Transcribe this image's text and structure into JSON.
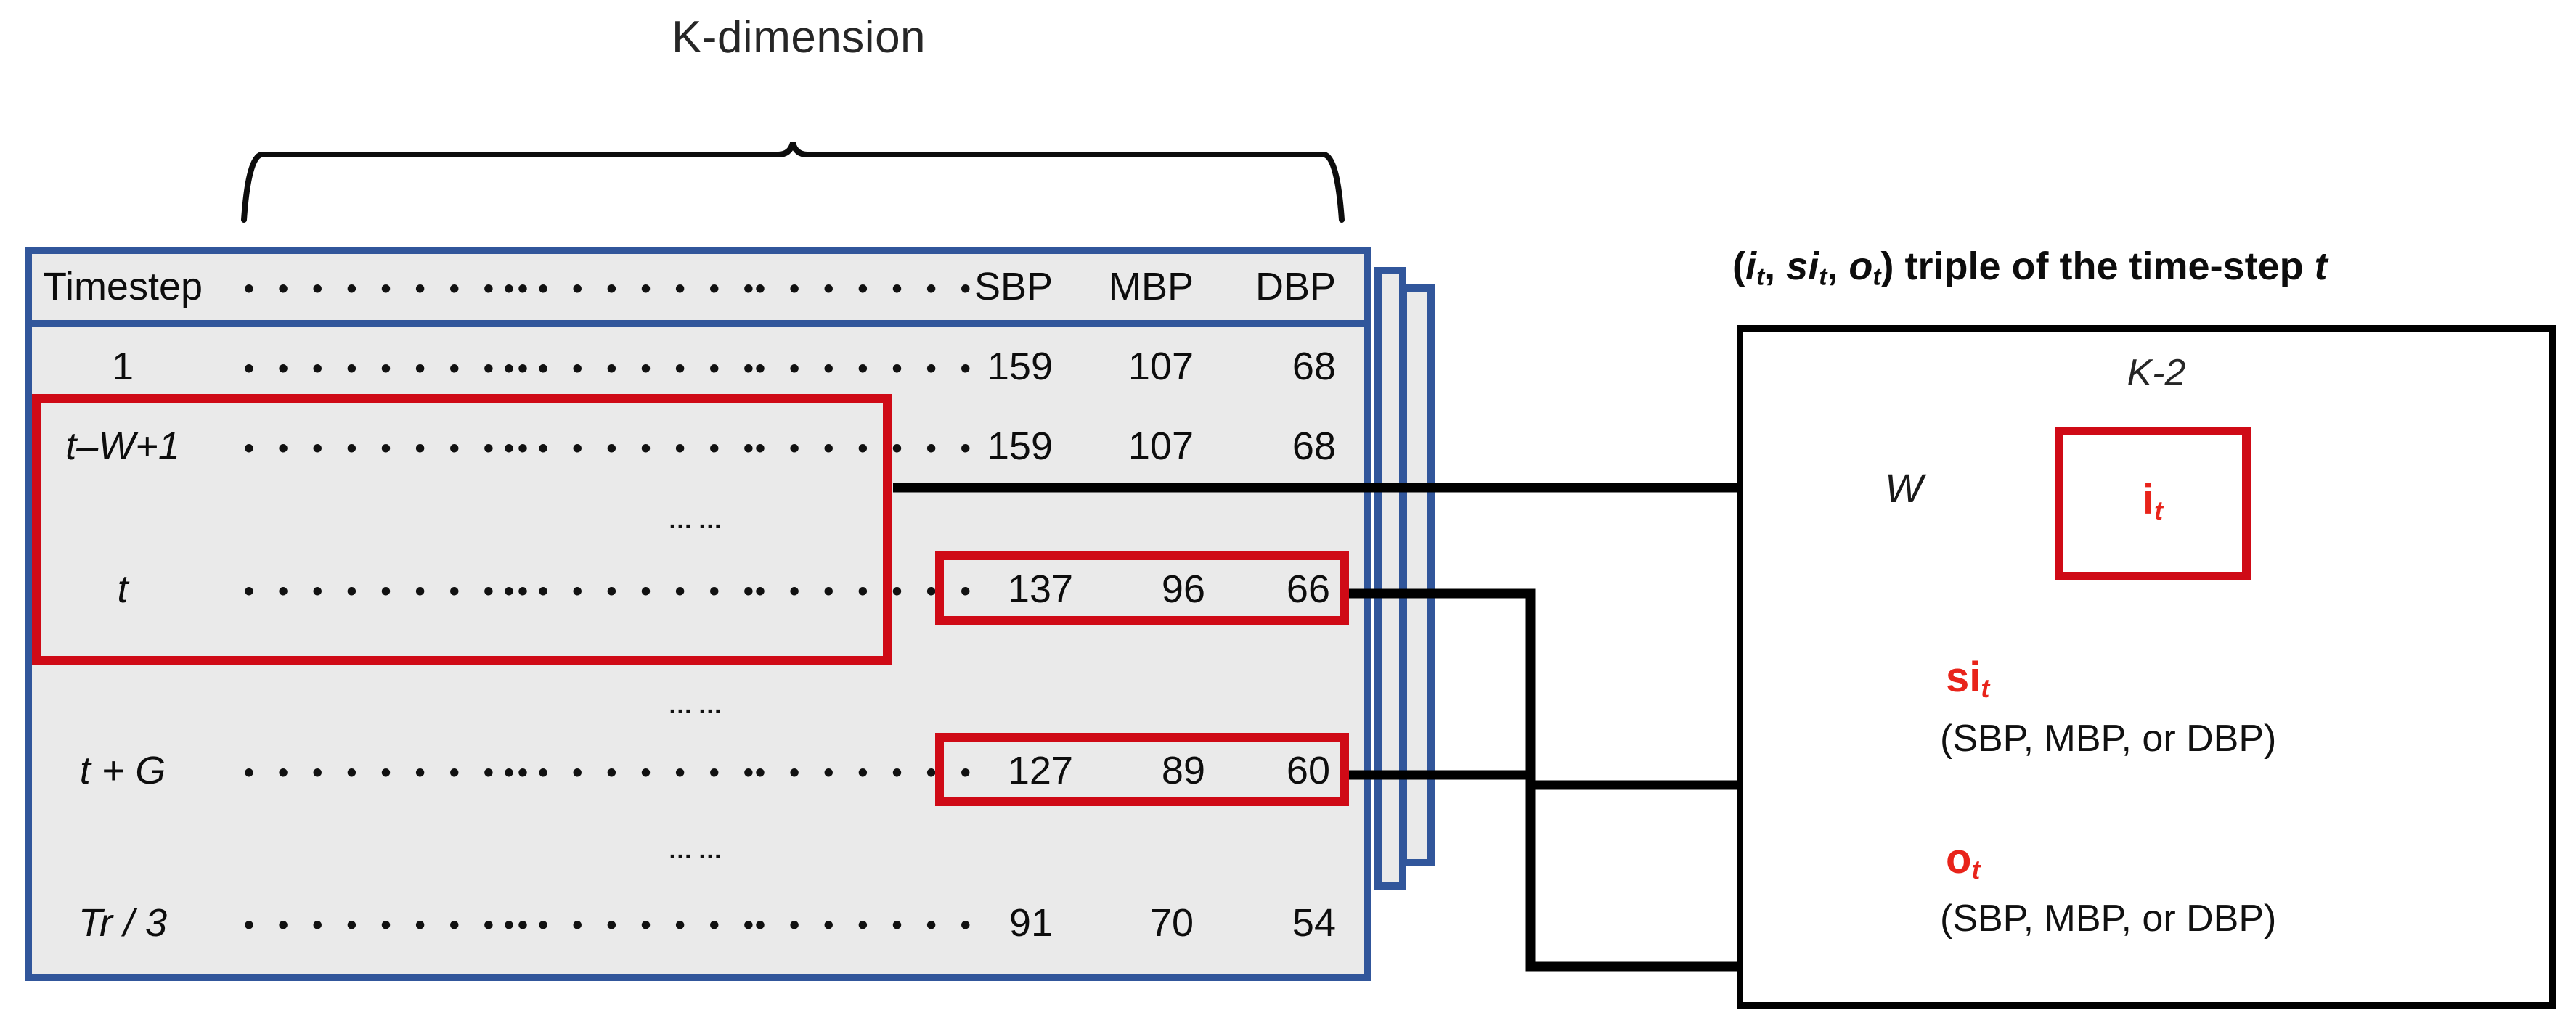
{
  "diagram": {
    "kdimension_label": "K-dimension",
    "table": {
      "columns": [
        "Timestep",
        "dots9",
        "dots8",
        "dots7",
        "SBP",
        "MBP",
        "DBP"
      ],
      "header": {
        "timestep": "Timestep",
        "dots_a": "• • • • • • • • •",
        "dots_b": "• • • • • • • •",
        "dots_c": "• • • • • • •",
        "sbp": "SBP",
        "mbp": "MBP",
        "dbp": "DBP"
      },
      "rows": [
        {
          "label": "1",
          "italic": false,
          "dots_a": "• • • • • • • • •",
          "dots_b": "• • • • • • • •",
          "dots_c": "• • • • • • •",
          "sbp": "159",
          "mbp": "107",
          "dbp": "68"
        },
        {
          "label": "t–W+1",
          "italic": true,
          "dots_a": "• • • • • • • • •",
          "dots_b": "• • • • • • • •",
          "dots_c": "• • • • • • •",
          "sbp": "159",
          "mbp": "107",
          "dbp": "68"
        },
        {
          "label": "t",
          "italic": true,
          "dots_a": "• • • • • • • • •",
          "dots_b": "• • • • • • • •",
          "dots_c": "• • • • • • •",
          "sbp": "137",
          "mbp": "96",
          "dbp": "66"
        },
        {
          "label": "t + G",
          "italic": true,
          "dots_a": "• • • • • • • • •",
          "dots_b": "• • • • • • • •",
          "dots_c": "• • • • • • •",
          "sbp": "127",
          "mbp": "89",
          "dbp": "60"
        },
        {
          "label": "Tr / 3",
          "italic": true,
          "dots_a": "• • • • • • • • •",
          "dots_b": "• • • • • • • •",
          "dots_c": "• • • • • • •",
          "sbp": "91",
          "mbp": "70",
          "dbp": "54"
        }
      ],
      "ellipsis_rows": [
        "……",
        "……",
        "……"
      ]
    },
    "panel": {
      "title_prefix": "(",
      "title": "(it, sit, ot) triple of the time-step t",
      "title_parts": {
        "p1": "(",
        "i": "i",
        "sub1": "t",
        "c1": ",  ",
        "si": "si",
        "sub2": "t",
        "c2": ",  ",
        "o": "o",
        "sub3": "t",
        "p2": ")",
        "rest": " triple of the time-step ",
        "tvar": "t"
      },
      "k2_label": "K-2",
      "w_label": "W",
      "it_label": "i",
      "it_sub": "t",
      "si_label": "si",
      "si_sub": "t",
      "si_note": "(SBP, MBP, or DBP)",
      "o_label": "o",
      "o_sub": "t",
      "o_note": "(SBP, MBP, or DBP)"
    },
    "colors": {
      "table_border_blue": "#31569b",
      "table_fill_gray": "#eaeaea",
      "highlight_red": "#cf0a16",
      "accent_red_text": "#e8231a",
      "arrow_black": "#000000",
      "panel_border": "#000000"
    }
  }
}
